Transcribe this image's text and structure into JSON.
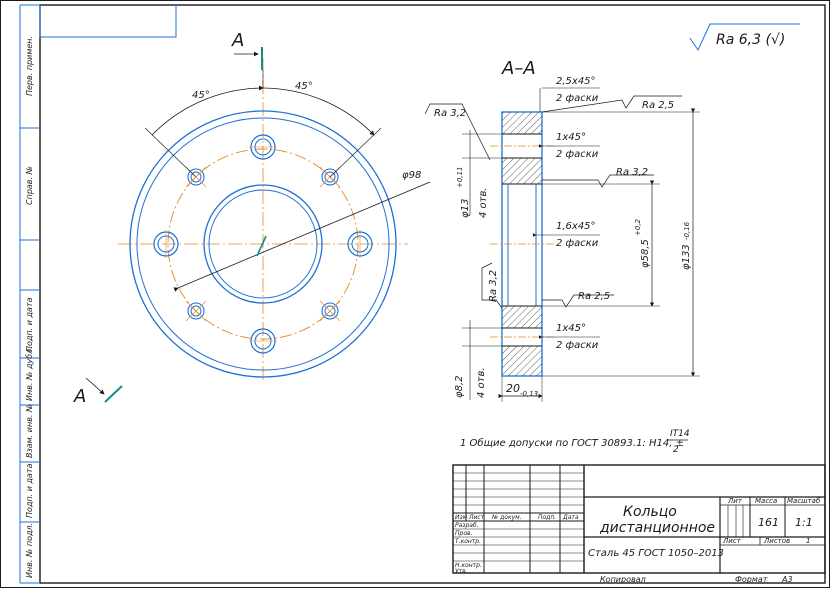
{
  "drawing": {
    "section_mark_left": "A",
    "section_mark_bottom": "A",
    "section_title": "A–A",
    "roughness_general": "Ra 6,3 (√)",
    "front_view": {
      "angle_left": "45°",
      "angle_right": "45°",
      "pcd_dim": "φ98"
    },
    "section_view": {
      "chamfer_top_1": "2,5x45°",
      "chamfer_top_2": "2 фаски",
      "chamfer_hole1_1": "1x45°",
      "chamfer_hole1_2": "2 фаски",
      "chamfer_bore_1": "1,6x45°",
      "chamfer_bore_2": "2 фаски",
      "chamfer_hole2_1": "1x45°",
      "chamfer_hole2_2": "2 фаски",
      "rough_left_top": "Ra 3,2",
      "rough_top_right": "Ra 2,5",
      "rough_mid_right": "Ra 3,2",
      "rough_bore": "Ra 2,5",
      "rough_left_bottom": "Ra 3,2",
      "hole_dim_1": "φ13",
      "hole_tol_1": "+0,11",
      "hole_count_1": "4 отв.",
      "hole_dim_2": "φ8,2",
      "hole_count_2": "4 отв.",
      "bore_dim": "φ58,5",
      "bore_tol": "+0,2",
      "outer_dim": "φ133",
      "outer_tol": "-0,16",
      "thickness_dim": "20",
      "thickness_tol": "-0,13"
    },
    "note": "1 Общие допуски по ГОСТ 30893.1: H14, ±",
    "note_frac_top": "IT14",
    "note_frac_bottom": "2"
  },
  "title_block": {
    "name_line1": "Кольцо",
    "name_line2": "дистанционное",
    "material": "Сталь 45 ГОСТ 1050–2013",
    "col_lit": "Лит",
    "col_mass": "Масса",
    "col_scale": "Масштаб",
    "mass_value": "161",
    "scale_value": "1:1",
    "sheet_label": "Лист",
    "sheets_label": "Листов",
    "sheets_value": "1",
    "hdr_izm": "Изм",
    "hdr_list": "Лист",
    "hdr_doc": "№ докум.",
    "hdr_sign": "Подп.",
    "hdr_date": "Дата",
    "row_razrab": "Разраб.",
    "row_prov": "Пров.",
    "row_tkontr": "Т.контр.",
    "row_nkontr": "Н.контр.",
    "row_utv": "Утв.",
    "copied": "Копировал",
    "format_label": "Формат",
    "format_value": "A3"
  },
  "side_strip": {
    "perv_primen": "Перв. примен.",
    "sprav": "Справ. №",
    "podp_data_1": "Подп. и дата",
    "inv_dubl": "Инв. № дубл.",
    "vzam_inv": "Взам. инв. №",
    "podp_data_2": "Подп. и дата",
    "inv_podl": "Инв. № подл."
  }
}
